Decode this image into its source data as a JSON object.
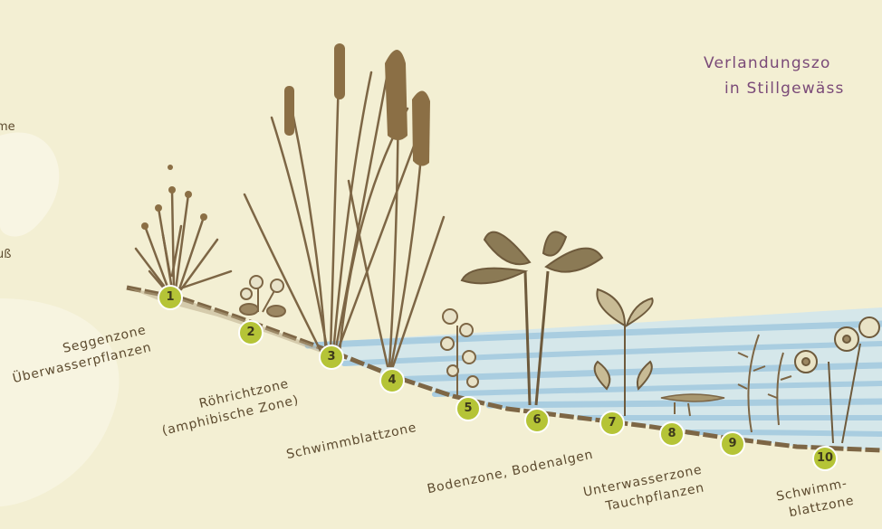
{
  "title": {
    "line1": "Verlandungszo",
    "line2": "in Stillgewäss"
  },
  "left_edge": {
    "text1": "me",
    "text2": "uß"
  },
  "zones": [
    {
      "number": "1",
      "line1": "Seggenzone",
      "line2": "Überwasserpflanzen"
    },
    {
      "number": "2",
      "line1": "",
      "line2": ""
    },
    {
      "number": "3",
      "line1": "Röhrichtzone",
      "line2": "(amphibische Zone)"
    },
    {
      "number": "4",
      "line1": "Schwimmblattzone",
      "line2": ""
    },
    {
      "number": "5",
      "line1": "",
      "line2": ""
    },
    {
      "number": "6",
      "line1": "Bodenzone, Bodenalgen",
      "line2": ""
    },
    {
      "number": "7",
      "line1": "",
      "line2": ""
    },
    {
      "number": "8",
      "line1": "Unterwasserzone",
      "line2": "Tauchpflanzen"
    },
    {
      "number": "9",
      "line1": "",
      "line2": ""
    },
    {
      "number": "10",
      "line1": "Schwimm-",
      "line2": "blattzone"
    }
  ],
  "colors": {
    "background": "#f3efd3",
    "water": "#a9cde0",
    "plant": "#7d6645",
    "badge": "#b5c437",
    "title": "#7a4a78"
  }
}
